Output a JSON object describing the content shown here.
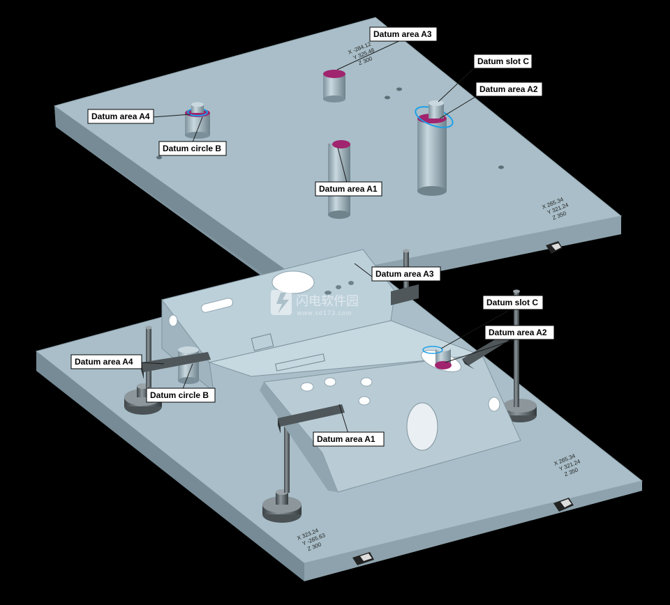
{
  "upper_fixture": {
    "labels": {
      "a3": "Datum area A3",
      "slot_c": "Datum slot C",
      "a2": "Datum area A2",
      "a4": "Datum area A4",
      "circle_b": "Datum circle B",
      "a1": "Datum area A1"
    },
    "coords_pin": {
      "x": "X -284.12",
      "y": "Y 325.48",
      "z": "Z 300"
    },
    "coords_corner": {
      "x": "X 265.34",
      "y": "Y 321.24",
      "z": "Z 350"
    }
  },
  "lower_fixture": {
    "labels": {
      "a3": "Datum area A3",
      "slot_c": "Datum slot C",
      "a2": "Datum area A2",
      "a4": "Datum area A4",
      "circle_b": "Datum circle B",
      "a1": "Datum area A1"
    },
    "coords_corner_right": {
      "x": "X 265.34",
      "y": "Y 321.24",
      "z": "Z 350"
    },
    "coords_corner_left": {
      "x": "X 323.24",
      "y": "Y -265.63",
      "z": "Z 300"
    }
  },
  "watermark": {
    "title": "闪电软件园",
    "url": "www.sd173.com"
  },
  "colors": {
    "plate": "#a9bec8",
    "plate_side": "#7f949e",
    "part": "#bcd0da",
    "datum_fill": "#a0246e",
    "datum_ring": "#1aa0e8"
  }
}
